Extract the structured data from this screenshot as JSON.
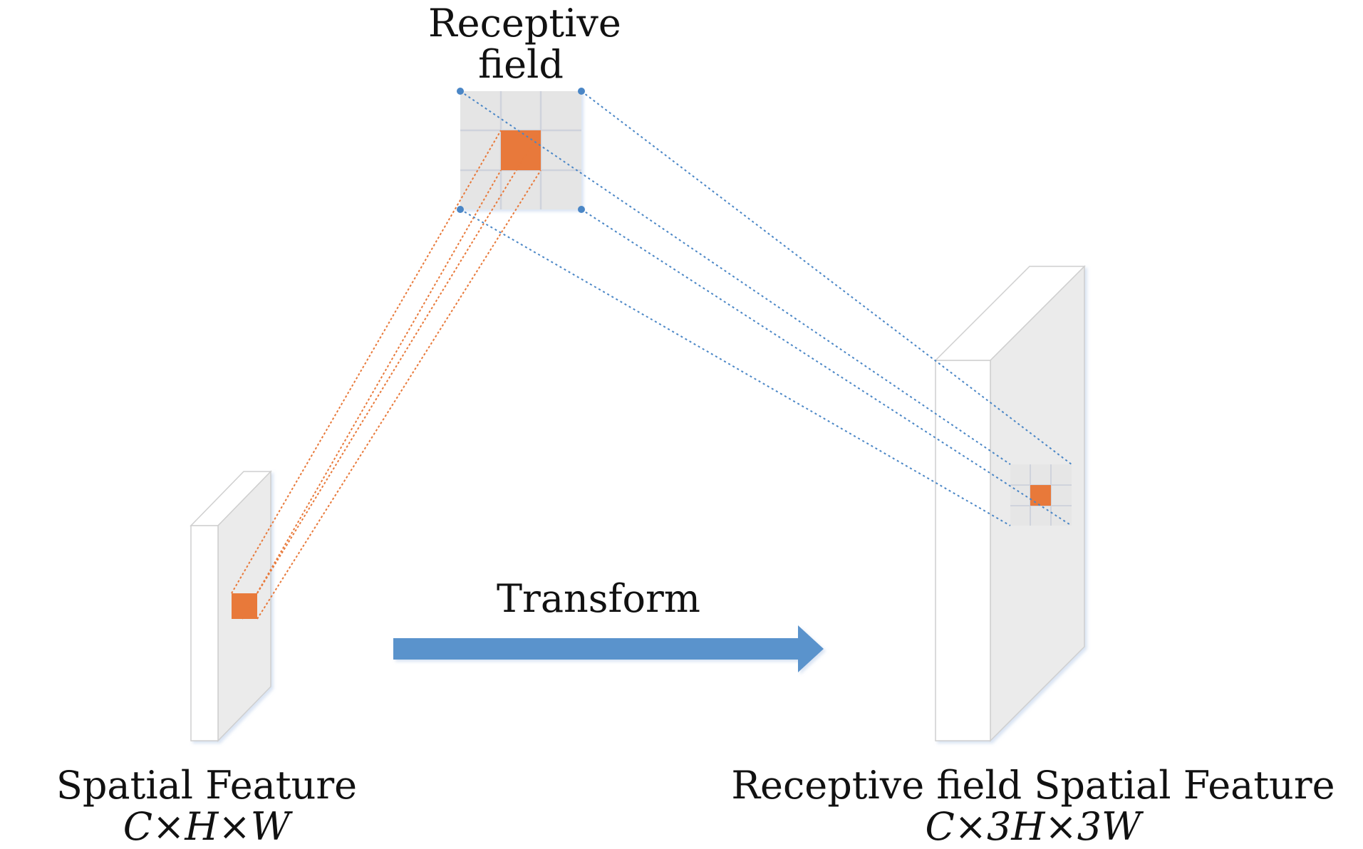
{
  "labels": {
    "receptive_field_line1": "Receptive",
    "receptive_field_line2": "field",
    "transform": "Transform",
    "left_title": "Spatial Feature",
    "left_dims": "C×H×W",
    "right_title": "Receptive field Spatial Feature",
    "right_dims": "C×3H×3W"
  },
  "colors": {
    "highlight_orange": "#E8793A",
    "guide_blue": "#4A86C6",
    "arrow_blue": "#5A93CC",
    "panel_face": "#FFFFFF",
    "panel_side": "#EAEAEA",
    "grid_cell": "#E4E4E4"
  },
  "icons": {
    "transform_arrow": "right-arrow-icon"
  }
}
